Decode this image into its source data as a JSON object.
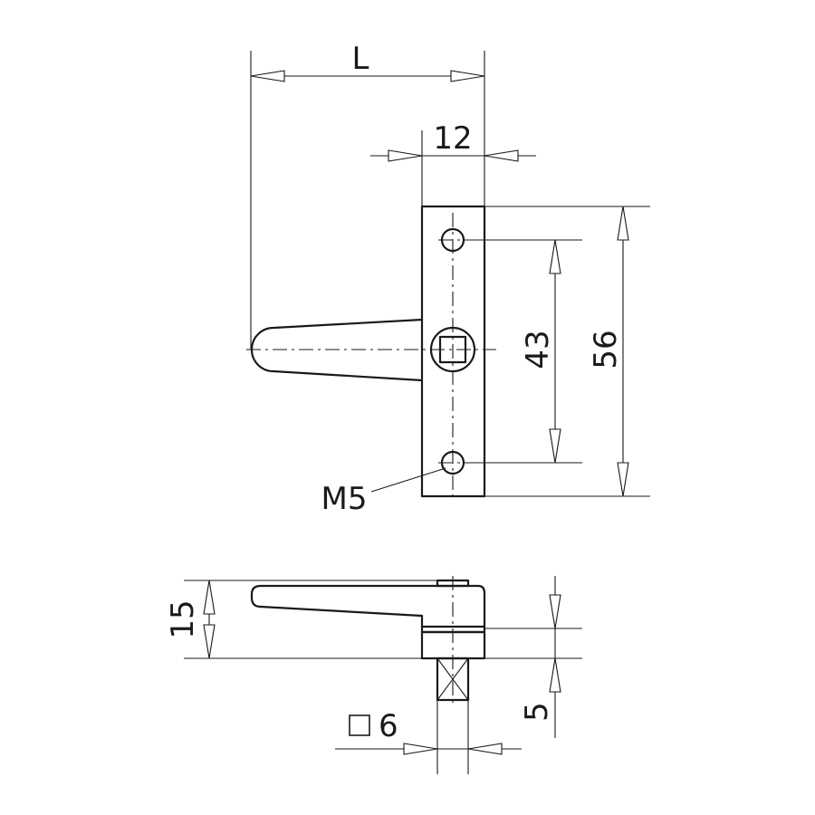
{
  "labels": {
    "length": "L",
    "plate_width": "12",
    "hole_spacing": "43",
    "plate_height": "56",
    "thread": "M5",
    "height_total": "15",
    "spindle_length": "5",
    "spindle_square": "6"
  }
}
